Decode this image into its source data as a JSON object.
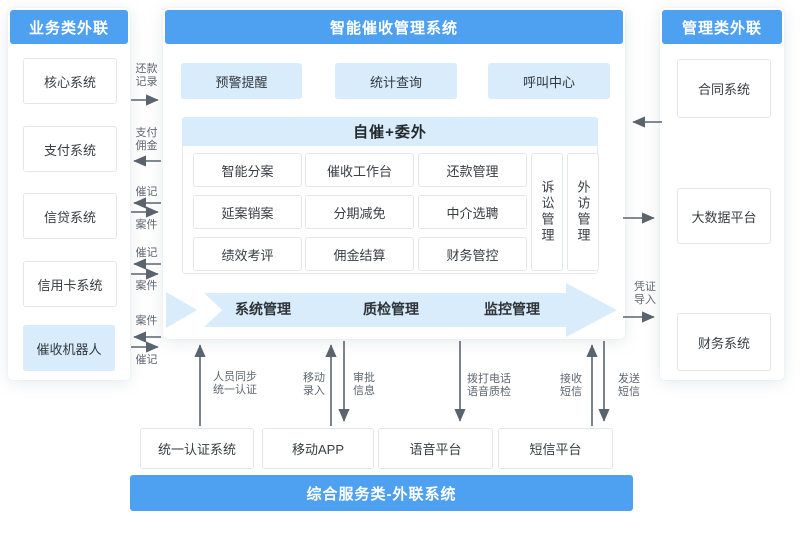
{
  "palette": {
    "header_blue": "#4ea0f1",
    "light_blue": "#d9ecfc",
    "box_border": "#e3e7ea",
    "line_gray": "#5a646e",
    "text_dark": "#383d42",
    "label_gray": "#5d6670"
  },
  "left_panel": {
    "title": "业务类外联",
    "items": [
      {
        "label": "核心系统"
      },
      {
        "label": "支付系统"
      },
      {
        "label": "信贷系统"
      },
      {
        "label": "信用卡系统"
      },
      {
        "label": "催收机器人"
      }
    ]
  },
  "center_panel": {
    "title": "智能催收管理系统",
    "features": [
      "预警提醒",
      "统计查询",
      "呼叫中心"
    ],
    "module_group": {
      "title": "自催+委外",
      "grid": [
        "智能分案",
        "催收工作台",
        "还款管理",
        "延案销案",
        "分期减免",
        "中介选聘",
        "绩效考评",
        "佣金结算",
        "财务管控"
      ],
      "vertical": [
        "诉讼管理",
        "外访管理"
      ]
    },
    "process": [
      "系统管理",
      "质检管理",
      "监控管理"
    ]
  },
  "right_panel": {
    "title": "管理类外联",
    "items": [
      "合同系统",
      "大数据平台",
      "财务系统"
    ]
  },
  "bottom": {
    "boxes": [
      "统一认证系统",
      "移动APP",
      "语音平台",
      "短信平台"
    ],
    "footer": "综合服务类-外联系统"
  },
  "edges": {
    "left": [
      {
        "line1": "还款",
        "line2": "记录"
      },
      {
        "line1": "支付",
        "line2": "佣金"
      },
      {
        "top": "催记",
        "bottom": "案件"
      },
      {
        "top": "催记",
        "bottom": "案件"
      },
      {
        "top": "案件",
        "bottom": "催记"
      }
    ],
    "voucher": {
      "line1": "凭证",
      "line2": "导入"
    },
    "bottom": [
      {
        "line1": "人员同步",
        "line2": "统一认证"
      },
      {
        "line1": "移动",
        "line2": "录入"
      },
      {
        "line1": "审批",
        "line2": "信息"
      },
      {
        "line1": "拨打电话",
        "line2": "语音质检"
      },
      {
        "line1": "接收",
        "line2": "短信"
      },
      {
        "line1": "发送",
        "line2": "短信"
      }
    ]
  }
}
